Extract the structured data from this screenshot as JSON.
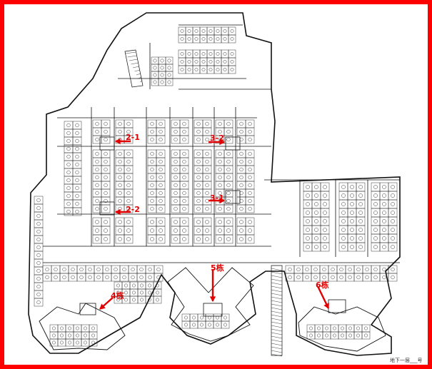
{
  "map": {
    "title": "",
    "colors": {
      "frame": "#ff0000",
      "markers": "#e00000",
      "lines": "#111111"
    },
    "markers": [
      {
        "id": "stair-2-1",
        "label": "2-1"
      },
      {
        "id": "stair-2-2",
        "label": "2-2"
      },
      {
        "id": "stair-3-2",
        "label": "3-2"
      },
      {
        "id": "stair-3-1",
        "label": "3-1"
      },
      {
        "id": "building-5",
        "label": "5栋"
      },
      {
        "id": "building-4",
        "label": "4栋"
      },
      {
        "id": "building-6",
        "label": "6栋"
      }
    ],
    "footer_text": "地下一层___号"
  }
}
